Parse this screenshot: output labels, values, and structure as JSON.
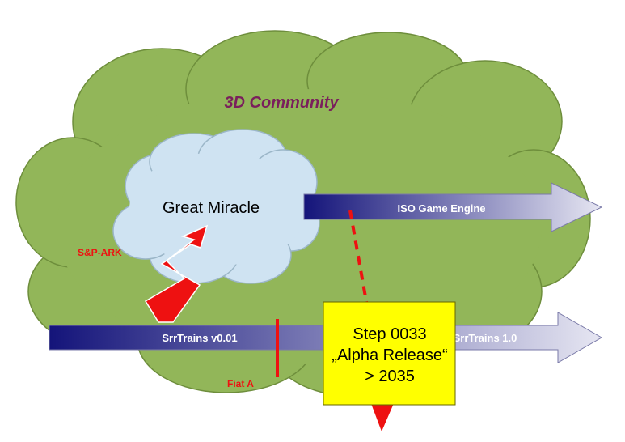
{
  "diagram": {
    "community_label": "3D Community",
    "miracle_label": "Great Miracle",
    "iso_engine_label": "ISO Game Engine",
    "srrtrains_v001_label": "SrrTrains v0.01",
    "srrtrains_10_label": "SrrTrains 1.0",
    "sp_ark_label": "S&P-ARK",
    "fiat_label": "Fiat A",
    "step_box": {
      "line1": "Step 0033",
      "line2": "„Alpha Release“",
      "line3": "> 2035"
    },
    "colors": {
      "green_cloud_fill": "#92B659",
      "green_cloud_stroke": "#6E8E3C",
      "blue_cloud_fill": "#CFE3F2",
      "blue_cloud_stroke": "#9BB6C8",
      "arrow_dark": "#14147A",
      "arrow_light": "#E6E6F2",
      "red": "#EE1111",
      "yellow_box": "#FFFF00",
      "community_text": "#7A1F5C"
    }
  }
}
